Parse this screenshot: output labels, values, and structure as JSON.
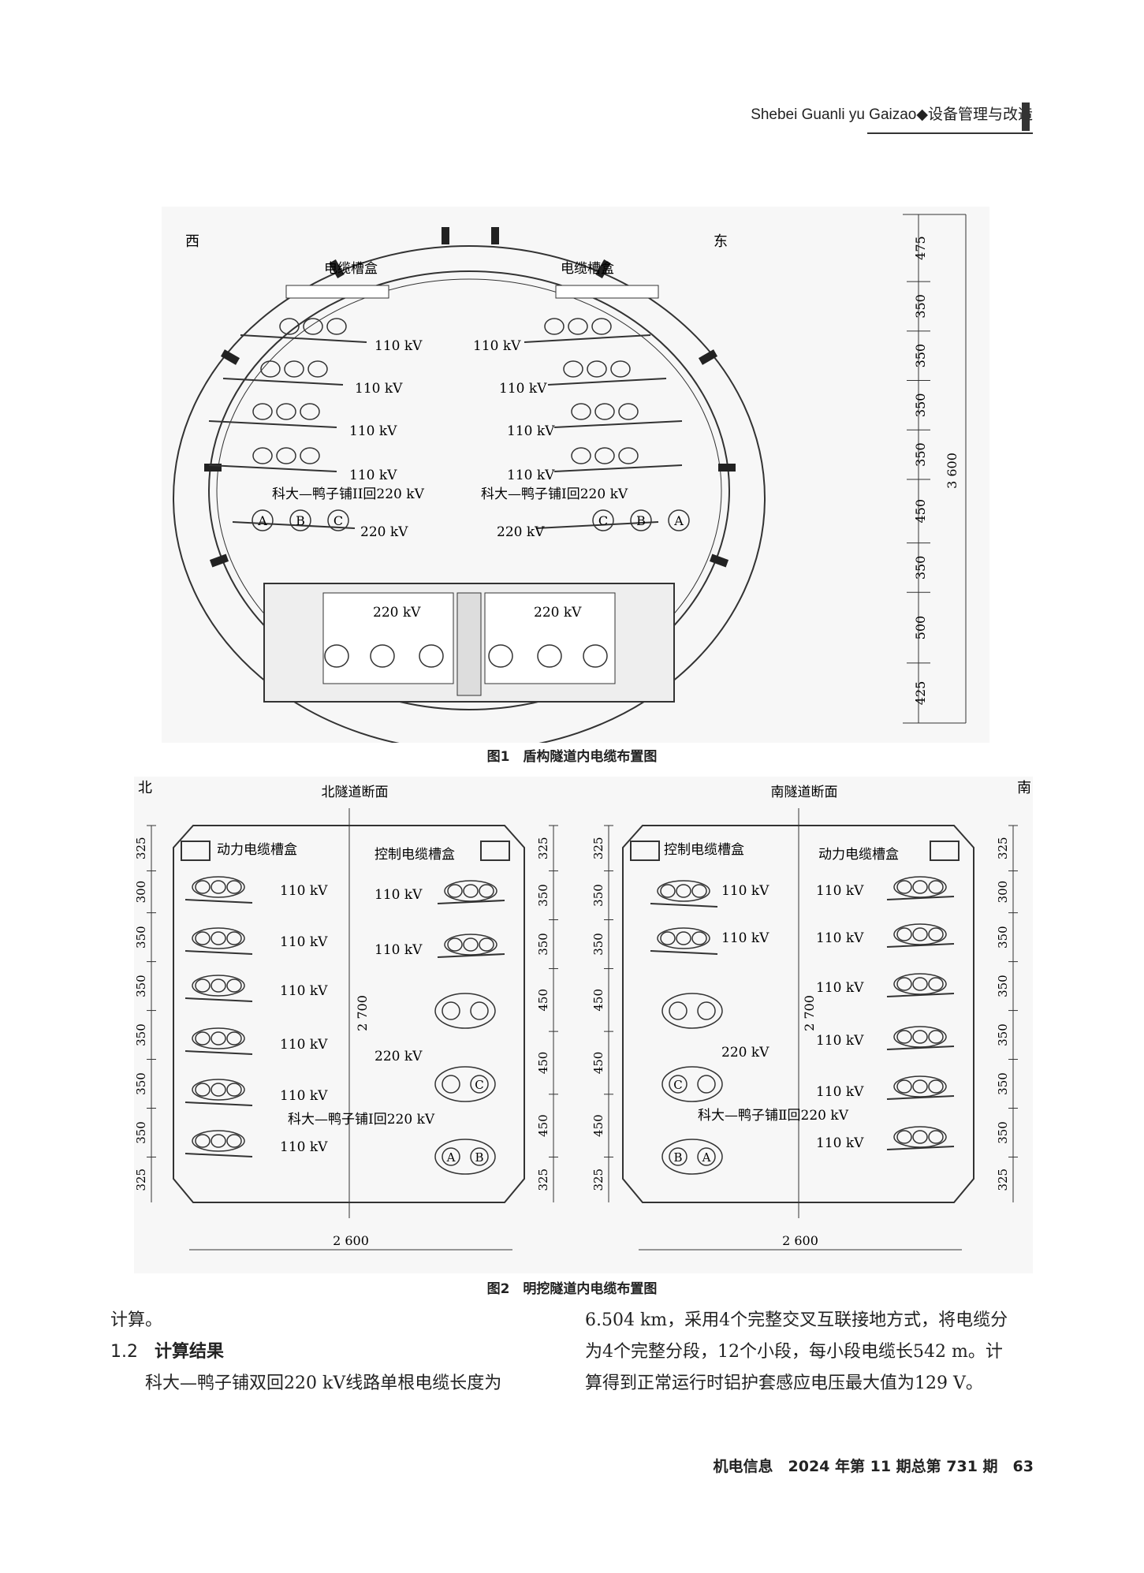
{
  "running_head": "Shebei Guanli yu Gaizao◆设备管理与改造",
  "figure1": {
    "caption": "图1　盾构隧道内电缆布置图",
    "west": "西",
    "east": "东",
    "trough_left": "电缆槽盒",
    "trough_right": "电缆槽盒",
    "kv110": "110 kV",
    "kv220": "220 kV",
    "circuit_left": "科大—鸭子铺II回220 kV",
    "circuit_right": "科大—鸭子铺I回220 kV",
    "phase_a": "A",
    "phase_b": "B",
    "phase_c": "C",
    "dimensions": [
      "475",
      "350",
      "350",
      "350",
      "350",
      "450",
      "350",
      "500",
      "425"
    ],
    "total_height": "3 600"
  },
  "figure2": {
    "caption": "图2　明挖隧道内电缆布置图",
    "north": "北",
    "south": "南",
    "north_title": "北隧道断面",
    "south_title": "南隧道断面",
    "power_trough": "动力电缆槽盒",
    "control_trough": "控制电缆槽盒",
    "kv110": "110 kV",
    "kv220": "220 kV",
    "circuit_north": "科大—鸭子铺Ⅰ回220 kV",
    "circuit_south": "科大—鸭子铺Ⅱ回220 kV",
    "height": "2 700",
    "width": "2 600",
    "north_left_dims": [
      "325",
      "300",
      "350",
      "350",
      "350",
      "350",
      "350",
      "325"
    ],
    "north_right_dims": [
      "325",
      "350",
      "350",
      "450",
      "450",
      "450",
      "325"
    ],
    "south_left_dims": [
      "325",
      "350",
      "350",
      "450",
      "450",
      "450",
      "325"
    ],
    "south_right_dims": [
      "325",
      "300",
      "350",
      "350",
      "350",
      "350",
      "350",
      "325"
    ],
    "phase_a": "A",
    "phase_b": "B",
    "phase_c": "C"
  },
  "body": {
    "left_line1": "计算。",
    "heading_num": "1.2",
    "heading_text": "计算结果",
    "left_line3": "科大—鸭子铺双回220 kV线路单根电缆长度为",
    "right_line1": "6.504 km，采用4个完整交叉互联接地方式，将电缆分",
    "right_line2": "为4个完整分段，12个小段，每小段电缆长542 m。计",
    "right_line3": "算得到正常运行时铝护套感应电压最大值为129 V。"
  },
  "footer": "机电信息　2024 年第 11 期总第 731 期　63"
}
